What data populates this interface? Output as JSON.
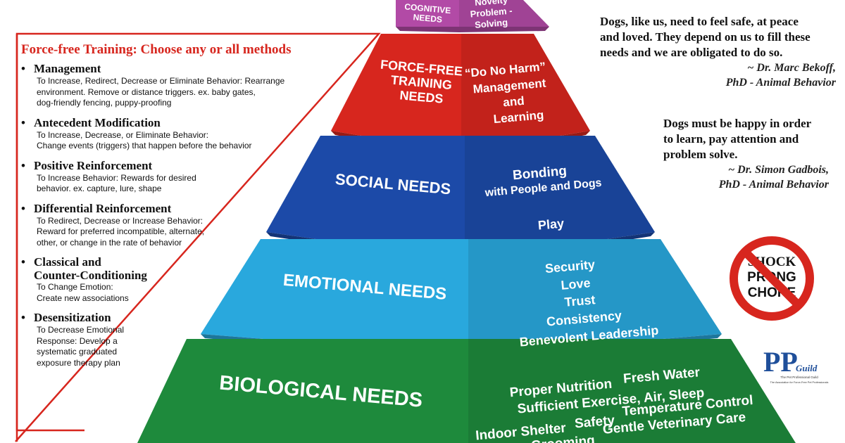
{
  "pyramid": {
    "tiers": [
      {
        "label": [
          "COGNITIVE",
          "NEEDS"
        ],
        "items": [
          "Novelty",
          "Problem -",
          "Solving"
        ],
        "color": "#b24aa6"
      },
      {
        "label": [
          "FORCE-FREE",
          "TRAINING",
          "NEEDS"
        ],
        "items": [
          "“Do No Harm”",
          "Management",
          "and",
          "Learning"
        ],
        "color": "#d7261e"
      },
      {
        "label": [
          "SOCIAL NEEDS"
        ],
        "items": [
          "Bonding",
          "with People and Dogs",
          "Play"
        ],
        "color": "#1c4aa8"
      },
      {
        "label": [
          "EMOTIONAL NEEDS"
        ],
        "items": [
          "Security",
          "Love",
          "Trust",
          "Consistency",
          "Benevolent Leadership"
        ],
        "color": "#29a8dd"
      },
      {
        "label": [
          "BIOLOGICAL NEEDS"
        ],
        "items": [
          "Proper Nutrition",
          "Fresh Water",
          "Sufficient Exercise, Air, Sleep",
          "Indoor Shelter",
          "Safety",
          "Temperature Control",
          "Gentle Veterinary Care",
          "Grooming"
        ],
        "color": "#1e8a3c"
      }
    ]
  },
  "methods": {
    "title": "Force-free Training: Choose any or all methods",
    "bullet": "•",
    "items": [
      {
        "name": "Management",
        "desc": [
          "To Increase, Redirect, Decrease or Eliminate Behavior: Rearrange",
          "environment. Remove or distance triggers. ex. baby gates,",
          "dog-friendly fencing, puppy-proofing"
        ]
      },
      {
        "name": "Antecedent Modification",
        "desc": [
          "To Increase, Decrease, or Eliminate Behavior:",
          "Change events (triggers) that happen before the behavior"
        ]
      },
      {
        "name": "Positive Reinforcement",
        "desc": [
          "To Increase Behavior: Rewards for desired",
          "behavior. ex. capture, lure, shape"
        ]
      },
      {
        "name": "Differential Reinforcement",
        "desc": [
          "To Redirect, Decrease or Increase Behavior:",
          "Reward for preferred incompatible, alternate,",
          "other, or change in the rate of behavior"
        ]
      },
      {
        "name": "Classical and\nCounter-Conditioning",
        "desc": [
          "To Change Emotion:",
          "Create new associations"
        ]
      },
      {
        "name": "Desensitization",
        "desc": [
          "To Decrease Emotional",
          "Response: Develop a",
          "systematic graduated",
          "exposure therapy plan"
        ]
      }
    ]
  },
  "quotes": [
    {
      "text": [
        "Dogs, like us, need to feel safe, at peace",
        "and loved. They depend on us to fill these",
        "needs and we are obligated to do so."
      ],
      "author": [
        "~ Dr. Marc Bekoff,",
        "PhD - Animal Behavior"
      ]
    },
    {
      "text": [
        "Dogs must be happy in order",
        "to learn, pay attention and",
        "problem solve."
      ],
      "author": [
        "~ Dr. Simon Gadbois,",
        "PhD - Animal Behavior"
      ]
    }
  ],
  "no_sign": {
    "words": [
      "SHOCK",
      "PRONG",
      "CHOKE"
    ],
    "color": "#d7261e"
  },
  "logo": {
    "letters": "PP",
    "word": "Guild",
    "line1": "The Pet Professional Guild",
    "line2": "The Association for Force-Free Pet Professionals",
    "color": "#1f4f9a",
    "accent": "#e8a020"
  },
  "colors": {
    "outline": "#d7261e",
    "text": "#111111"
  }
}
